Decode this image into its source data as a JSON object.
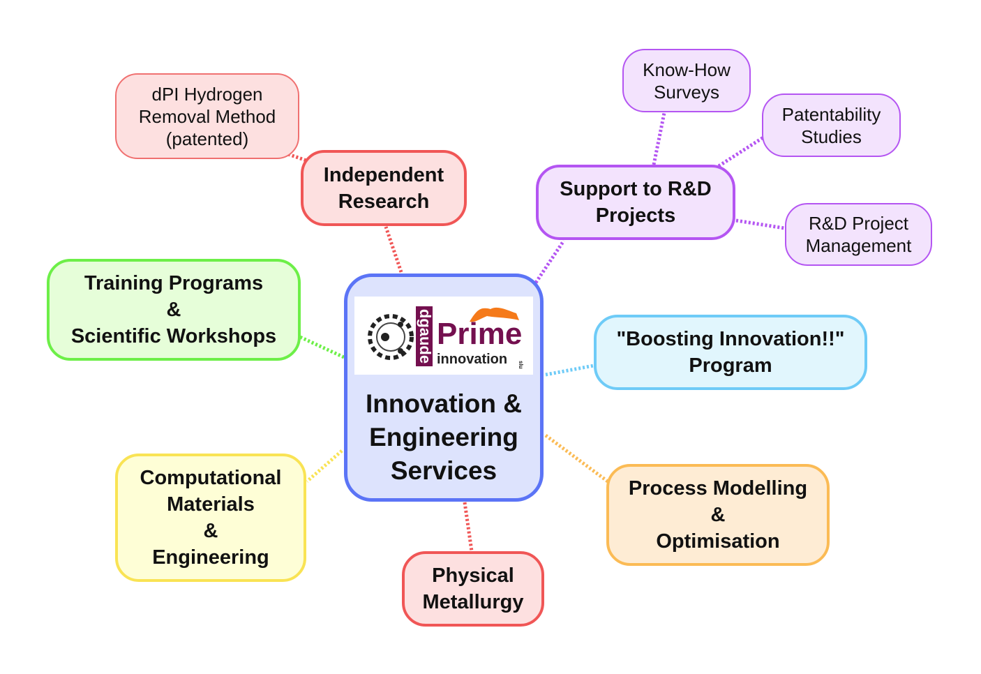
{
  "center": {
    "title_lines": [
      "Innovation &",
      "Engineering",
      "Services"
    ],
    "logo": {
      "brand": "dgaude",
      "name": "Prime",
      "sub": "innovation",
      "suffix": "slu"
    }
  },
  "nodes": {
    "independent_research": {
      "lines": [
        "Independent",
        "Research"
      ]
    },
    "dpi_hydrogen": {
      "lines": [
        "dPI Hydrogen",
        "Removal Method",
        "(patented)"
      ]
    },
    "support_rd": {
      "lines": [
        "Support to R&D",
        "Projects"
      ]
    },
    "know_how": {
      "lines": [
        "Know-How",
        "Surveys"
      ]
    },
    "patentability": {
      "lines": [
        "Patentability",
        "Studies"
      ]
    },
    "rd_pm": {
      "lines": [
        "R&D Project",
        "Management"
      ]
    },
    "boosting": {
      "lines": [
        "\"Boosting Innovation!!\"",
        "Program"
      ]
    },
    "process": {
      "lines": [
        "Process Modelling",
        "&",
        "Optimisation"
      ]
    },
    "physical": {
      "lines": [
        "Physical",
        "Metallurgy"
      ]
    },
    "computational": {
      "lines": [
        "Computational",
        "Materials",
        "&",
        "Engineering"
      ]
    },
    "training": {
      "lines": [
        "Training Programs",
        "&",
        "Scientific Workshops"
      ]
    }
  },
  "colors": {
    "center": "#5b74f6",
    "red": "#f05656",
    "purple": "#b455f2",
    "blue": "#6ecbf7",
    "orange": "#fbbb55",
    "yellow": "#f9e354",
    "green": "#6def48",
    "logo_purple": "#74104f"
  }
}
